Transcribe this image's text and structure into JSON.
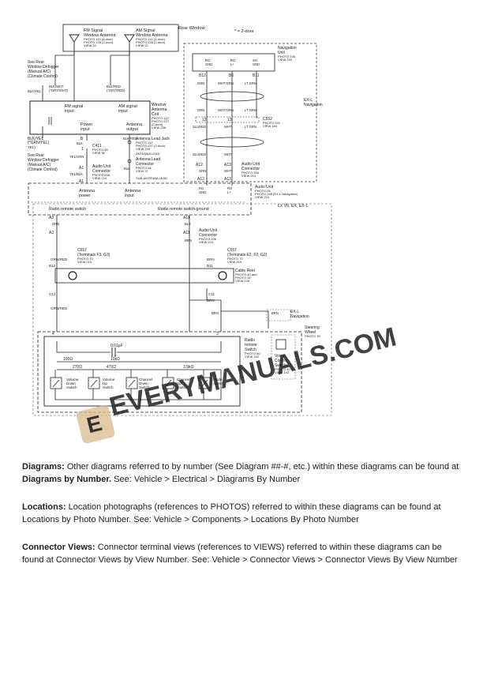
{
  "diagram": {
    "rear_window": "Rear Window",
    "two_door_note": "* = 2-door",
    "fm_antenna": [
      "FM Signal",
      "Window Antenna",
      "PHOTO 113 (4-door)",
      "PHOTO 228 (2-door)",
      "VIEW 23"
    ],
    "am_antenna": [
      "AM Signal",
      "Window Antenna",
      "PHOTO 113 (4-door)",
      "PHOTO 228 (2-door)",
      "VIEW 22"
    ],
    "defogger_top": [
      "See Rear",
      "Window Defogger",
      "(Manual A/C)",
      "(Climate Control)"
    ],
    "defogger_bottom": [
      "See Rear",
      "Window Defogger",
      "(Manual A/C)",
      "(Climate Control)"
    ],
    "wire_colors": {
      "blk_wht": "BLK/WHT",
      "gry_wht": "(*GRY/WHT)",
      "blk_red": "BLK/RED",
      "gry_red": "(*GRY/RED)",
      "blk_yel": "BLK/YEL",
      "blk_yel2": "BLK/YEL",
      "grn_yel": "(*GRN/YEL)",
      "blk_red2": "BLK/RED",
      "blk": "BLK",
      "blk2": "BLK",
      "yel_grn": "YEL/GRN",
      "yel_blk": "YEL/BLK",
      "blk3": "BLK",
      "sub_antenna": "SUB-ANTENNA LEAD",
      "antenna_lead": "ANTENNA LEAD"
    },
    "antenna_coil": {
      "fm_input": [
        "FM signal",
        "input"
      ],
      "am_input": [
        "AM signal",
        "input"
      ],
      "power_input": [
        "Power",
        "input"
      ],
      "antenna_output": [
        "Antenna",
        "output"
      ],
      "title": [
        "Window",
        "Antenna",
        "Coil",
        "PHOTO 112",
        "PHOTO 227",
        "(2-door)",
        "VIEW 238"
      ]
    },
    "pins": {
      "b": "B",
      "one": "1",
      "a1": "A1",
      "a1b": "A1",
      "a_mark": "A",
      "b12": "B12",
      "b6": "B6",
      "b11": "B11",
      "twelve": "12",
      "thirteen": "13",
      "a12": "A12",
      "a13": "A13",
      "a3": "A3",
      "a3b": "A3",
      "a11": "A11",
      "a11b": "A11",
      "b12b": "B12",
      "b11b": "B11",
      "c12": "C12",
      "c11": "C11",
      "four": "4",
      "three": "3"
    },
    "c411": [
      "C411",
      "PHOTO 65",
      "VIEW 36"
    ],
    "audio_conn_left": [
      "Audio Unit",
      "Connector",
      "PHOTO 206",
      "VIEW 224"
    ],
    "jack": [
      "Antenna Lead Jack",
      "PHOTO 112",
      "PHOTO 227 (2-door)",
      "VIEW 239"
    ],
    "lead_conn": [
      "Antenna Lead",
      "Connector",
      "PHOTO 66",
      "VIEW 37"
    ],
    "nav_unit": [
      "Navigation",
      "Unit",
      "PHOTO 236",
      "VIEW 230"
    ],
    "nav_pins": [
      "RG",
      "GND",
      "RG",
      "L+",
      "SH",
      "GND"
    ],
    "nav_wires": {
      "grn": "GRN",
      "wht_grn": "WHT/GRN",
      "lt_grn": "LT GRN",
      "grn2": "GRN",
      "wht_grn2": "WHT/GRN",
      "lt_grn2": "LT GRN",
      "slured": "SLURED",
      "wht": "WHT",
      "lt_grn3": "LT GRN",
      "slured2": "SLURED",
      "wht2": "WHT",
      "grn3": "GRN",
      "wht3": "WHT"
    },
    "exl_nav": [
      "EX-L",
      "Navigation"
    ],
    "c552": [
      "C552",
      "PHOTO 241",
      "VIEW 184"
    ],
    "audio_conn_right": [
      "Audio Unit",
      "Connector",
      "PHOTO 206",
      "VIEW 224"
    ],
    "rg_labels": [
      "RG",
      "GND",
      "RG",
      "L+"
    ],
    "audio_unit": [
      "Audio Unit",
      "PHOTO 66",
      "PHOTO 246 (EX-L Navigation)",
      "VIEW 224"
    ],
    "lx_label": "LX V6, EX, EX-L",
    "antenna_power": [
      "Antenna",
      "power"
    ],
    "antenna_input": [
      "Antenna",
      "input"
    ],
    "remote_switch": "Radio remote switch",
    "remote_ground": "Radio remote switch ground",
    "grn": "GRN",
    "blk": "BLK",
    "brn": "BRN",
    "grn2": "GRN",
    "brn2": "BRN",
    "audio_conn_mid": [
      "Audio Unit",
      "Connector",
      "PHOTO 206",
      "VIEW 224"
    ],
    "c557_left": [
      "C557",
      "(Terminals F3, G3)",
      "PHOTO 70",
      "VIEW 215"
    ],
    "c557_right": [
      "C557",
      "(Terminals E2, F2, G2)",
      "PHOTO 70",
      "VIEW 215"
    ],
    "grn_red": "GRN/RED",
    "brn3": "BRN",
    "cable_reel": [
      "Cable Reel",
      "PHOTO 40 and",
      "PHOTO 41",
      "VIEW 225"
    ],
    "grn_red2": "GRN/RED",
    "brn4": "BRN",
    "ex_l_nav2": [
      "EX-L",
      "Navigation"
    ],
    "steering_wheel": [
      "Steering",
      "Wheel",
      "PHOTO 39"
    ],
    "radio_remote": [
      "Radio",
      "remote",
      "Switch",
      "PHOTO 60",
      "VIEW 142"
    ],
    "voice_control": [
      "Voice",
      "Control",
      "Switch",
      "PHOTO 40",
      "VIEW 143"
    ],
    "cap": "0.01µF",
    "res": [
      "100Ω",
      "10kΩ",
      "270Ω",
      "470Ω",
      "3.9kΩ"
    ],
    "switches": [
      [
        "Volume",
        "Down",
        "Switch"
      ],
      [
        "Volume",
        "Up",
        "Switch"
      ],
      [
        "Channel",
        "Down",
        "Switch"
      ],
      [
        "Channel",
        "Up",
        "Switch"
      ],
      [
        "Mode",
        "Switch"
      ]
    ]
  },
  "watermark": "EVERYMANUALS.COM",
  "notes": [
    {
      "term": "Diagrams:",
      "text1": " Other diagrams referred to by number (See Diagram ##-#, etc.) within these diagrams can be found at ",
      "term2": "Diagrams by Number.",
      "text2": " See: Vehicle > Electrical > Diagrams By Number"
    },
    {
      "term": "Locations:",
      "text1": " Location photographs (references to PHOTOS) referred to within these diagrams can be found at Locations by Photo Number. See: Vehicle > Components > Locations By Photo Number",
      "term2": "",
      "text2": ""
    },
    {
      "term": "Connector Views:",
      "text1": " Connector terminal views (references to VIEWS) referred to within these diagrams can be found at Connector Views by View Number. See: Vehicle > Connector Views > Connector Views By View Number",
      "term2": "",
      "text2": ""
    }
  ]
}
